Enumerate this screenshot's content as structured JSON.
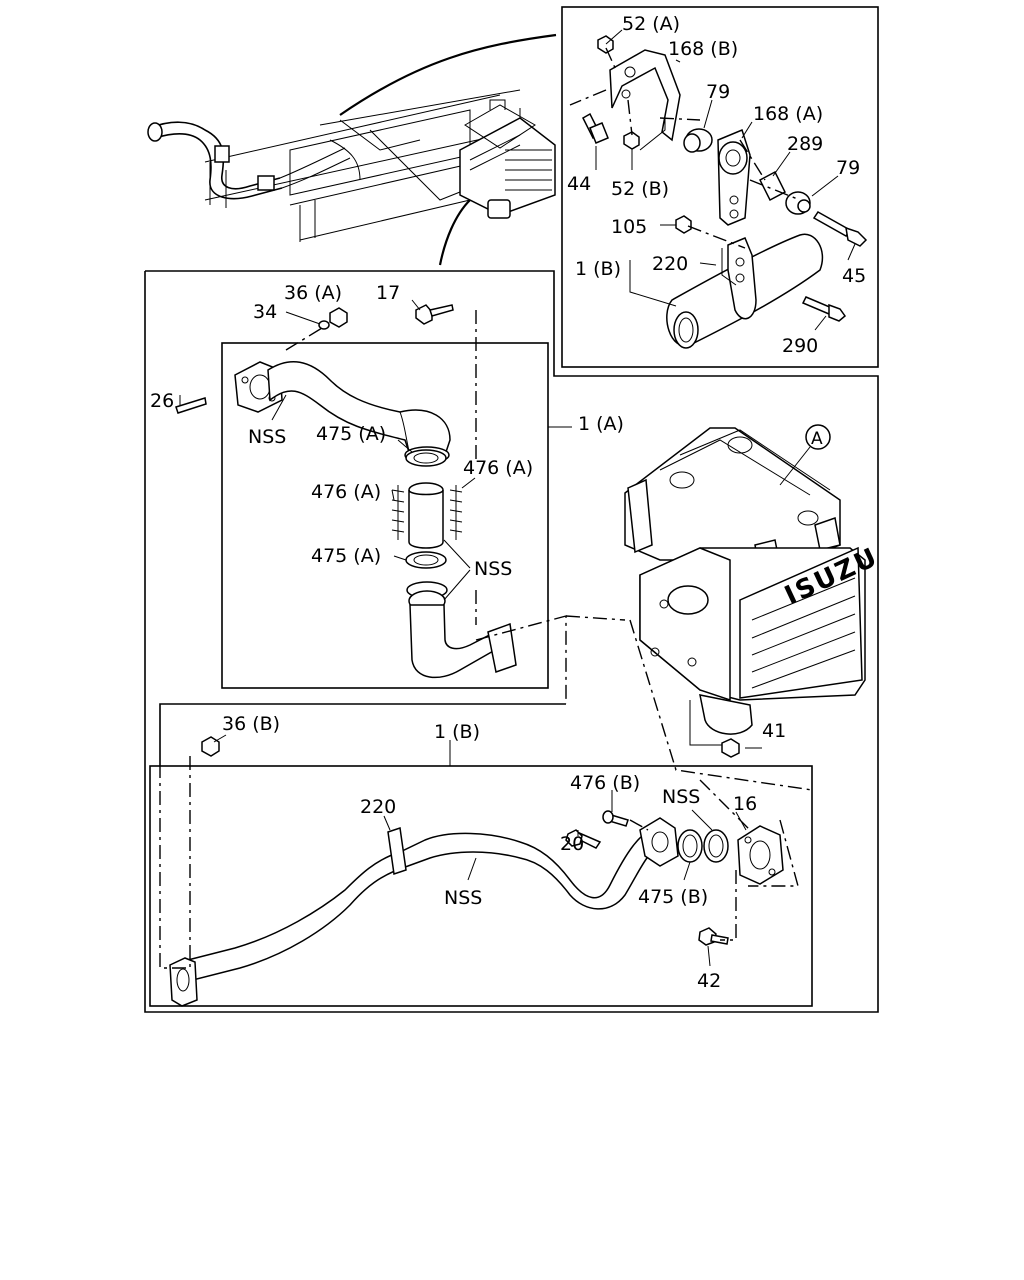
{
  "labels": {
    "p52a": "52 (A)",
    "p168b": "168 (B)",
    "p79a": "79",
    "p168a": "168 (A)",
    "p289": "289",
    "p79b": "79",
    "p44": "44",
    "p52b": "52 (B)",
    "p105": "105",
    "p1b_top": "1 (B)",
    "p220_top": "220",
    "p45": "45",
    "p290": "290",
    "p36a": "36 (A)",
    "p17": "17",
    "p34": "34",
    "p26": "26",
    "p1a": "1 (A)",
    "nss1": "NSS",
    "p475a1": "475 (A)",
    "p476a1": "476 (A)",
    "p476a2": "476 (A)",
    "p475a2": "475 (A)",
    "nss2": "NSS",
    "pA": "A",
    "brand": "ISUZU",
    "p41": "41",
    "p36b": "36 (B)",
    "p1b_bot": "1 (B)",
    "p220_bot": "220",
    "p476b": "476 (B)",
    "nss3": "NSS",
    "p16": "16",
    "p20": "20",
    "nss4": "NSS",
    "p475b": "475 (B)",
    "p42": "42"
  }
}
